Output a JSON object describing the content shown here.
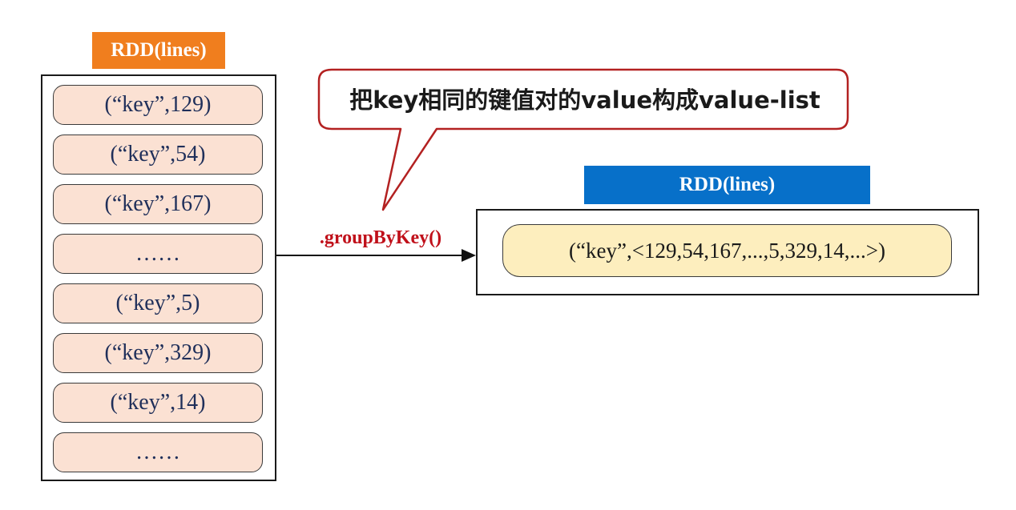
{
  "colors": {
    "left_tag_bg": "#f07e1e",
    "right_tag_bg": "#0770c9",
    "left_pill_fill": "#fbe1d3",
    "result_pill_fill": "#fdeebe",
    "callout_border": "#b32121",
    "operation_color": "#c0101a",
    "arrow_color": "#111111"
  },
  "input_rdd": {
    "label": "RDD(lines)",
    "items": [
      "(“key”,129)",
      "(“key”,54)",
      "(“key”,167)",
      "……",
      "(“key”,5)",
      "(“key”,329)",
      "(“key”,14)",
      "……"
    ]
  },
  "operation": {
    "label": ".groupByKey()"
  },
  "callout": {
    "text": "把key相同的键值对的value构成value-list"
  },
  "output_rdd": {
    "label": "RDD(lines)",
    "result": "(“key”,<129,54,167,...,5,329,14,...>)"
  }
}
